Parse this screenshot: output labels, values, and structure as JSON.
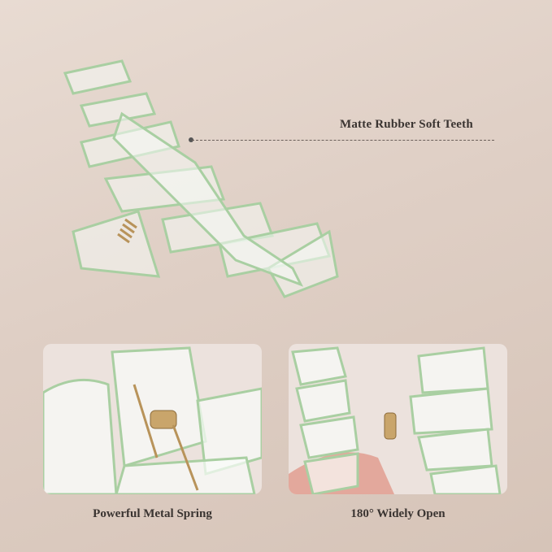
{
  "callout": {
    "label": "Matte Rubber Soft Teeth"
  },
  "panels": [
    {
      "caption": "Powerful Metal Spring"
    },
    {
      "caption": "180° Widely Open"
    }
  ],
  "colors": {
    "background": "#dfcfc5",
    "clip_edge": "#a9cfa2",
    "text": "#3a3431",
    "spring": "#b8935a"
  }
}
